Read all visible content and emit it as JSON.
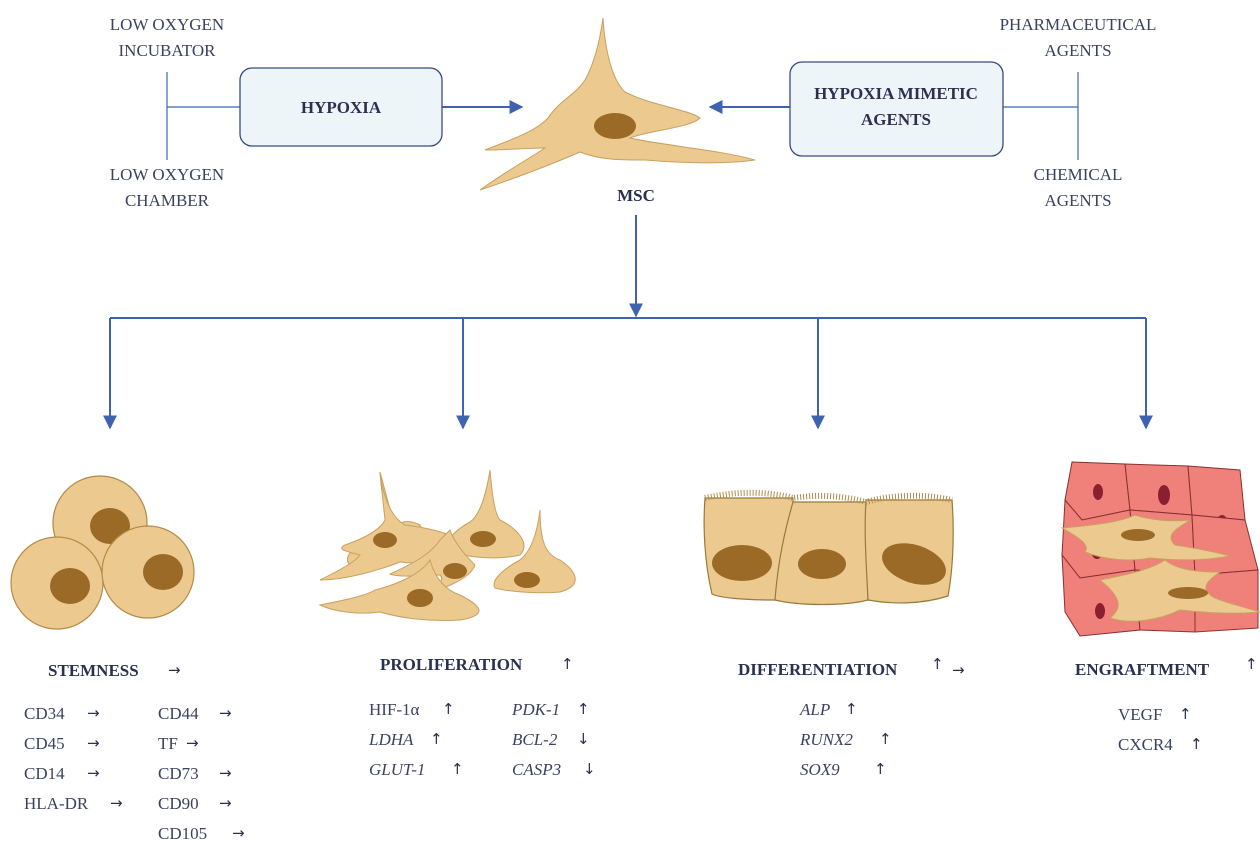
{
  "top": {
    "left_labels": {
      "top": [
        "LOW OXYGEN",
        "INCUBATOR"
      ],
      "bottom": [
        "LOW OXYGEN",
        "CHAMBER"
      ]
    },
    "right_labels": {
      "top": [
        "PHARMACEUTICAL",
        "AGENTS"
      ],
      "bottom": [
        "CHEMICAL",
        "AGENTS"
      ]
    },
    "hypoxia_box": "HYPOXIA",
    "mimetic_box": [
      "HYPOXIA MIMETIC",
      "AGENTS"
    ],
    "center_label": "MSC"
  },
  "branches": {
    "stemness": {
      "title": "STEMNESS",
      "title_effect": "→",
      "markers_col1": [
        {
          "name": "CD34",
          "effect": "→"
        },
        {
          "name": "CD45",
          "effect": "→"
        },
        {
          "name": "CD14",
          "effect": "→"
        },
        {
          "name": "HLA-DR",
          "effect": "→"
        }
      ],
      "markers_col2": [
        {
          "name": "CD44",
          "effect": "→"
        },
        {
          "name": "TF",
          "effect": "→"
        },
        {
          "name": "CD73",
          "effect": "→"
        },
        {
          "name": "CD90",
          "effect": "→"
        },
        {
          "name": "CD105",
          "effect": "→"
        }
      ]
    },
    "proliferation": {
      "title": "PROLIFERATION",
      "title_effect": "↑",
      "markers_col1": [
        {
          "name": "HIF-1α",
          "effect": "↑",
          "italic": false
        },
        {
          "name": "LDHA",
          "effect": "↑",
          "italic": true
        },
        {
          "name": "GLUT-1",
          "effect": "↑",
          "italic": true
        }
      ],
      "markers_col2": [
        {
          "name": "PDK-1",
          "effect": "↑",
          "italic": true
        },
        {
          "name": "BCL-2",
          "effect": "↓",
          "italic": true
        },
        {
          "name": "CASP3",
          "effect": "↓",
          "italic": true
        }
      ]
    },
    "differentiation": {
      "title": "DIFFERENTIATION",
      "title_effect": "↑",
      "title_effect2": "→",
      "markers": [
        {
          "name": "ALP",
          "effect": "↑"
        },
        {
          "name": "RUNX2",
          "effect": "↑"
        },
        {
          "name": "SOX9",
          "effect": "↑"
        }
      ]
    },
    "engraftment": {
      "title": "ENGRAFTMENT",
      "title_effect": "↑",
      "markers": [
        {
          "name": "VEGF",
          "effect": "↑"
        },
        {
          "name": "CXCR4",
          "effect": "↑"
        }
      ]
    }
  },
  "colors": {
    "arrow": "#3f63b0",
    "cell_fill": "#ebc98f",
    "nucleus": "#9a6a26",
    "red_cell": "#f0807a",
    "text": "#2a3150"
  }
}
